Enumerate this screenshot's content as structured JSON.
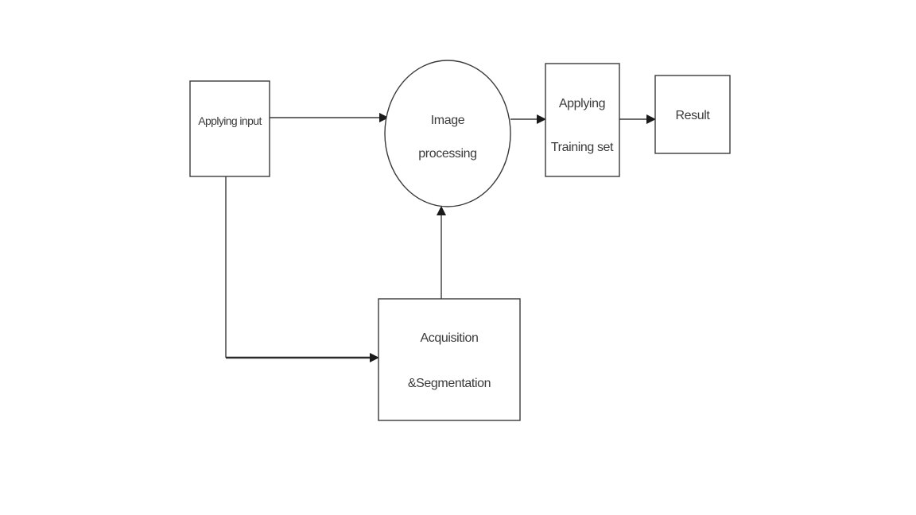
{
  "diagram": {
    "nodes": {
      "input": {
        "label": "Applying input"
      },
      "image_processing": {
        "line1": "Image",
        "line2": "processing"
      },
      "training": {
        "line1": "Applying",
        "line2": "Training set"
      },
      "result": {
        "label": "Result"
      },
      "acquisition": {
        "line1": "Acquisition",
        "line2": "&Segmentation"
      }
    },
    "edges": [
      {
        "from": "input",
        "to": "image_processing"
      },
      {
        "from": "image_processing",
        "to": "training"
      },
      {
        "from": "training",
        "to": "result"
      },
      {
        "from": "input",
        "to": "acquisition"
      },
      {
        "from": "acquisition",
        "to": "image_processing"
      }
    ]
  }
}
